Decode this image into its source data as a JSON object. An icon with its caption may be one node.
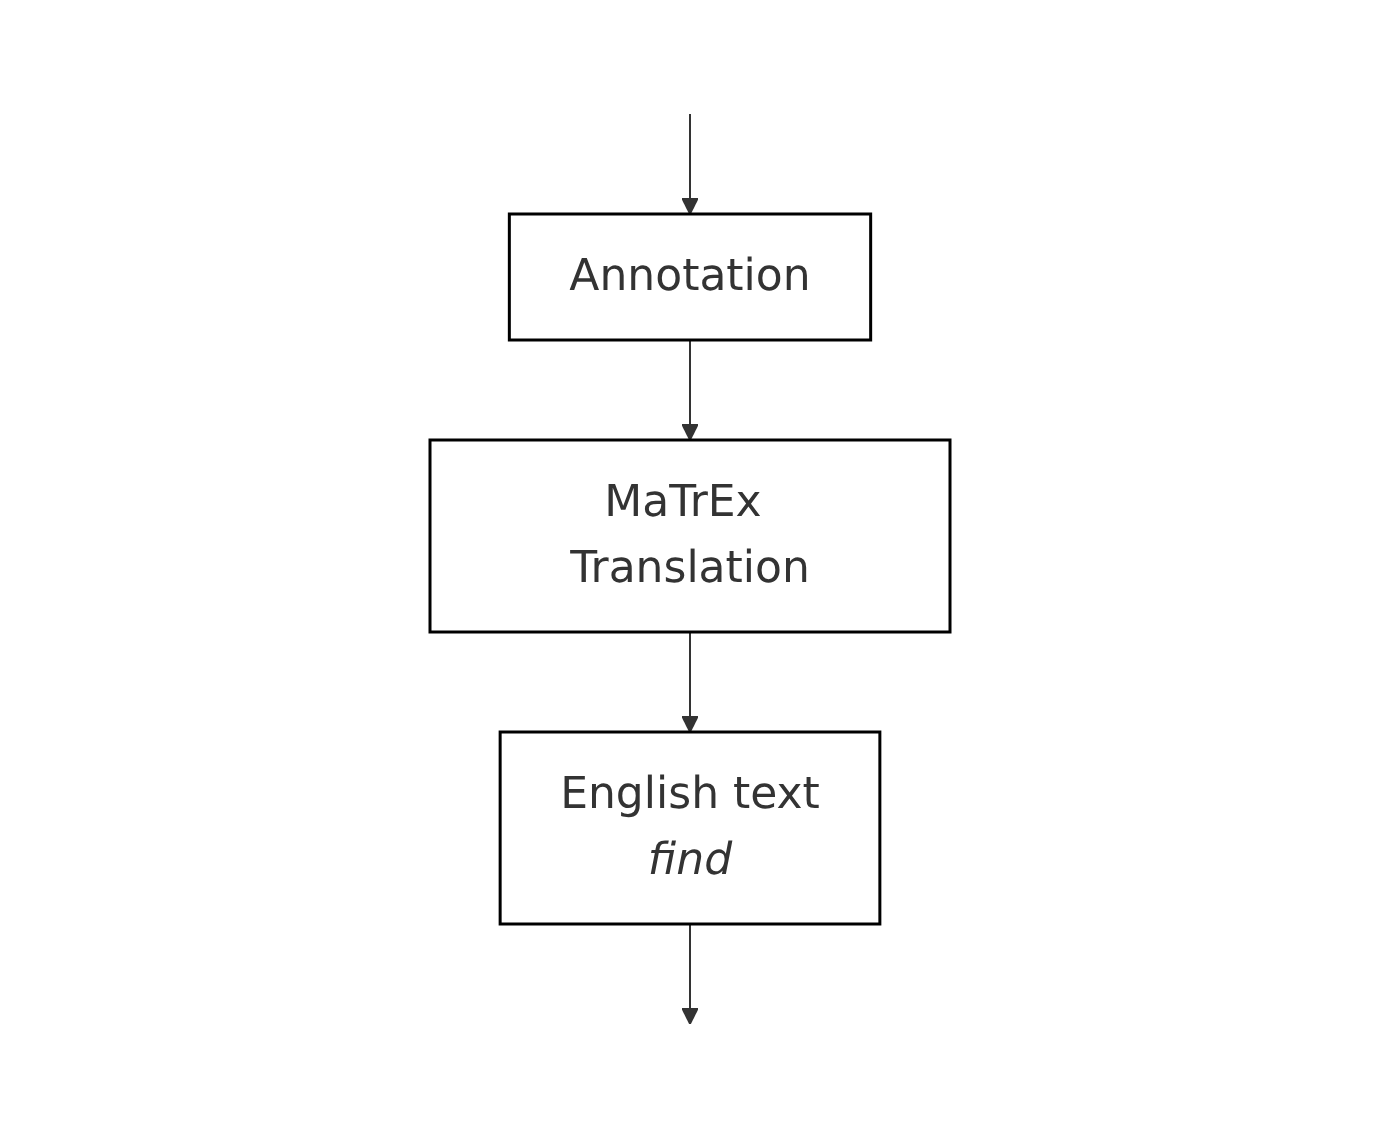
{
  "diagram": {
    "nodes": [
      {
        "text": [
          "Annotation"
        ]
      },
      {
        "text": [
          "MaTrEx Translation"
        ]
      },
      {
        "text": [
          "English text",
          "find"
        ]
      }
    ],
    "edges": [
      {
        "from": null,
        "to": 0,
        "arrow": "to"
      },
      {
        "from": 0,
        "to": 1,
        "arrow": "to"
      },
      {
        "from": 1,
        "to": 2,
        "arrow": "to"
      },
      {
        "from": 2,
        "to": null,
        "arrow": "to"
      }
    ]
  }
}
